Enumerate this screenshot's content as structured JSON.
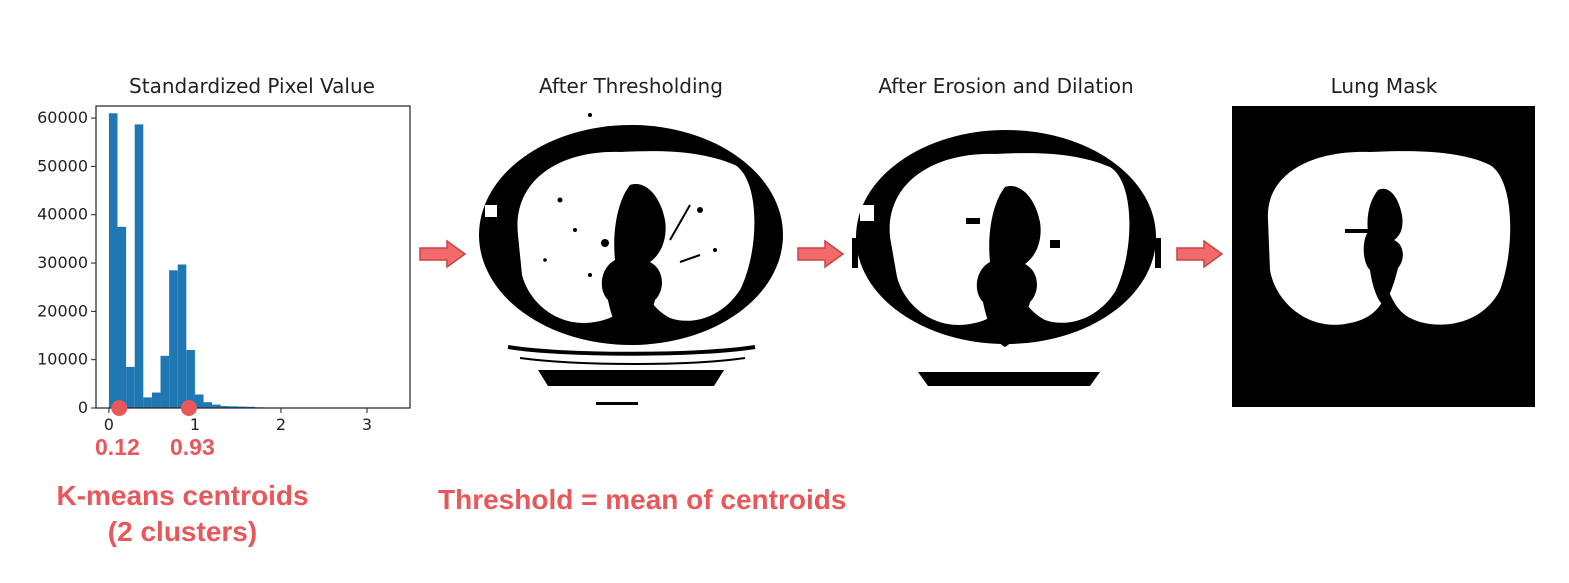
{
  "panels": {
    "histogram_title": "Standardized Pixel Value",
    "thresholding_title": "After Thresholding",
    "morphology_title": "After Erosion and Dilation",
    "mask_title": "Lung Mask"
  },
  "annotations": {
    "centroid_1": "0.12",
    "centroid_2": "0.93",
    "centroids_caption_line1": "K-means centroids",
    "centroids_caption_line2": "(2 clusters)",
    "threshold_caption": "Threshold = mean of centroids"
  },
  "colors": {
    "bar": "#1f77b4",
    "accent": "#e8585a",
    "arrow_stroke": "#c94446"
  },
  "chart_data": {
    "type": "bar",
    "title": "Standardized Pixel Value",
    "xlabel": "",
    "ylabel": "",
    "xlim": [
      -0.15,
      3.5
    ],
    "ylim": [
      0,
      62500
    ],
    "bin_width": 0.1,
    "bin_starts": [
      0.0,
      0.1,
      0.2,
      0.3,
      0.4,
      0.5,
      0.6,
      0.7,
      0.8,
      0.9,
      1.0,
      1.1,
      1.2,
      1.3,
      1.4,
      1.5,
      1.6,
      1.7,
      1.8
    ],
    "values": [
      61000,
      37500,
      8500,
      58700,
      2200,
      3200,
      10800,
      28500,
      29700,
      12000,
      2800,
      1200,
      700,
      400,
      350,
      300,
      250,
      150,
      80
    ],
    "x_ticks": [
      0,
      1,
      2,
      3
    ],
    "y_ticks": [
      0,
      10000,
      20000,
      30000,
      40000,
      50000,
      60000
    ],
    "centroids": [
      0.12,
      0.93
    ]
  }
}
